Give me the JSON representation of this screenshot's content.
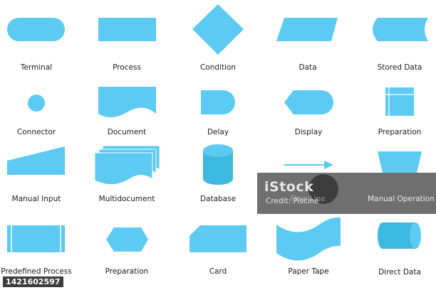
{
  "colors": {
    "shape_fill": "#5ccaf2",
    "shape_dark": "#3db8e0",
    "label_text": "#1c1c1c"
  },
  "symbols": [
    {
      "icon": "terminal-shape",
      "label": "Terminal"
    },
    {
      "icon": "process-shape",
      "label": "Process"
    },
    {
      "icon": "condition-shape",
      "label": "Condition"
    },
    {
      "icon": "data-shape",
      "label": "Data"
    },
    {
      "icon": "stored-data-shape",
      "label": "Stored Data"
    },
    {
      "icon": "connector-shape",
      "label": "Connector"
    },
    {
      "icon": "document-shape",
      "label": "Document"
    },
    {
      "icon": "delay-shape",
      "label": "Delay"
    },
    {
      "icon": "display-shape",
      "label": "Display"
    },
    {
      "icon": "preparation-grid-shape",
      "label": "Preparation"
    },
    {
      "icon": "manual-input-shape",
      "label": "Manual Input"
    },
    {
      "icon": "multidocument-shape",
      "label": "Multidocument"
    },
    {
      "icon": "database-shape",
      "label": "Database"
    },
    {
      "icon": "flow-line-shape",
      "label": "Flow Line"
    },
    {
      "icon": "manual-operation-shape",
      "label": "Manual Operation"
    },
    {
      "icon": "predefined-process-shape",
      "label": "Predefined Process"
    },
    {
      "icon": "preparation-hexagon-shape",
      "label": "Preparation"
    },
    {
      "icon": "card-shape",
      "label": "Card"
    },
    {
      "icon": "paper-tape-shape",
      "label": "Paper Tape"
    },
    {
      "icon": "direct-data-shape",
      "label": "Direct Data"
    }
  ],
  "watermark": {
    "brand": "iStock",
    "credit": "Credit: Piscine"
  },
  "stock_id": "1421602597"
}
